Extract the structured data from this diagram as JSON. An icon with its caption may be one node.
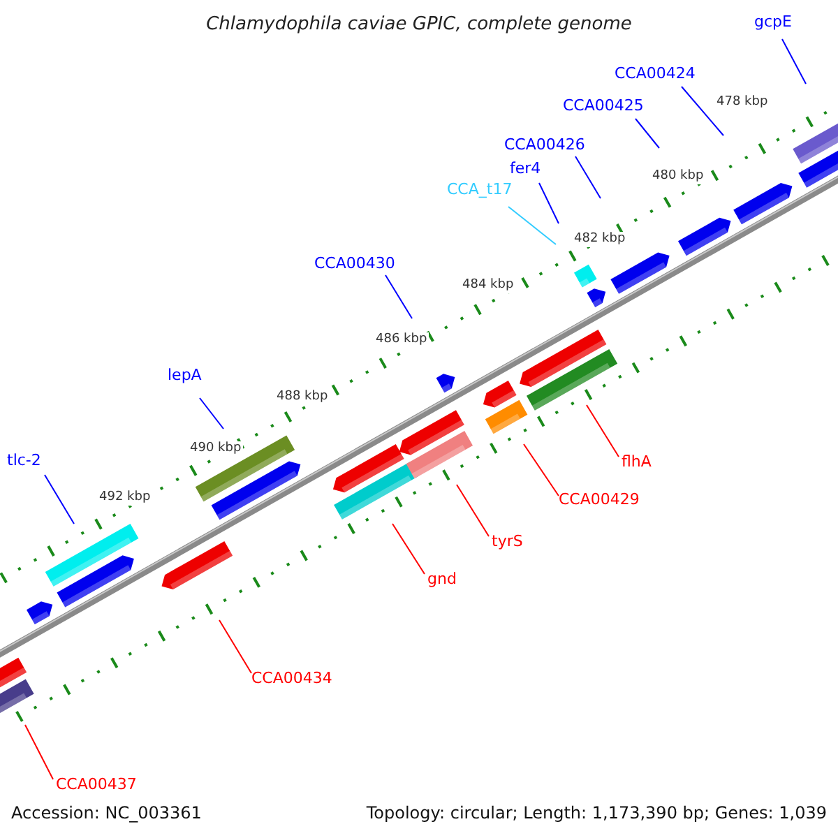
{
  "diagram": {
    "title": "Chlamydophila caviae GPIC, complete genome",
    "nodes": [
      {
        "text": [
          "gcpE"
        ]
      },
      {
        "text": [
          "CCA00424"
        ]
      },
      {
        "text": [
          "CCA00425"
        ]
      },
      {
        "text": [
          "CCA00426"
        ]
      },
      {
        "text": [
          "fer4"
        ]
      },
      {
        "text": [
          "CCA_t17"
        ]
      },
      {
        "text": [
          "CCA00430"
        ]
      },
      {
        "text": [
          "lepA"
        ]
      },
      {
        "text": [
          "tlc-2"
        ]
      },
      {
        "text": [
          "flhA"
        ]
      },
      {
        "text": [
          "CCA00429"
        ]
      },
      {
        "text": [
          "tyrS"
        ]
      },
      {
        "text": [
          "gnd"
        ]
      },
      {
        "text": [
          "CCA00434"
        ]
      },
      {
        "text": [
          "CCA00437"
        ]
      }
    ],
    "edges": [
      {
        "from": 0,
        "to": null,
        "arrow": "none",
        "color": "#0000ff"
      },
      {
        "from": 1,
        "to": null,
        "arrow": "none",
        "color": "#0000ff"
      },
      {
        "from": 2,
        "to": null,
        "arrow": "none",
        "color": "#0000ff"
      },
      {
        "from": 3,
        "to": null,
        "arrow": "none",
        "color": "#0000ff"
      },
      {
        "from": 4,
        "to": null,
        "arrow": "none",
        "color": "#0000ff"
      },
      {
        "from": 5,
        "to": null,
        "arrow": "none",
        "color": "#33ccff"
      },
      {
        "from": 6,
        "to": null,
        "arrow": "none",
        "color": "#0000ff"
      },
      {
        "from": 7,
        "to": null,
        "arrow": "none",
        "color": "#0000ff"
      },
      {
        "from": 8,
        "to": null,
        "arrow": "none",
        "color": "#0000ff"
      },
      {
        "from": 9,
        "to": null,
        "arrow": "none",
        "color": "#ff0000"
      },
      {
        "from": 10,
        "to": null,
        "arrow": "none",
        "color": "#ff0000"
      },
      {
        "from": 11,
        "to": null,
        "arrow": "none",
        "color": "#ff0000"
      },
      {
        "from": 12,
        "to": null,
        "arrow": "none",
        "color": "#ff0000"
      },
      {
        "from": 13,
        "to": null,
        "arrow": "none",
        "color": "#ff0000"
      },
      {
        "from": 14,
        "to": null,
        "arrow": "none",
        "color": "#ff0000"
      }
    ],
    "labels": [
      "478 kbp",
      "480 kbp",
      "482 kbp",
      "484 kbp",
      "486 kbp",
      "488 kbp",
      "490 kbp",
      "492 kbp",
      "Accession: NC_003361",
      "Topology: circular; Length: 1,173,390 bp; Genes: 1,039"
    ]
  }
}
